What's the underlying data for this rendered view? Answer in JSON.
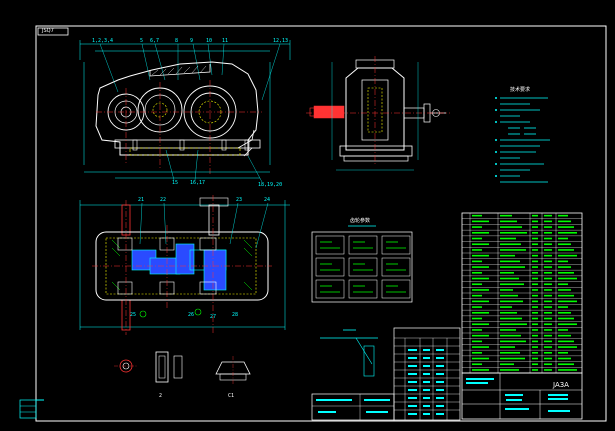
{
  "drawing": {
    "corner_tag": "JSQ7",
    "sheet_code": "JA3A",
    "notes_title": "技术要求",
    "table_title": "齿轮参数"
  },
  "colors": {
    "background": "#000000",
    "frame": "#ffffff",
    "part_outline": "#ffffff",
    "dimension": "#00ffff",
    "hidden": "#ffff00",
    "centerline": "#ff3030",
    "section": "#00ff00",
    "fill_blue": "#2a4bff",
    "label": "#00e5ff"
  }
}
